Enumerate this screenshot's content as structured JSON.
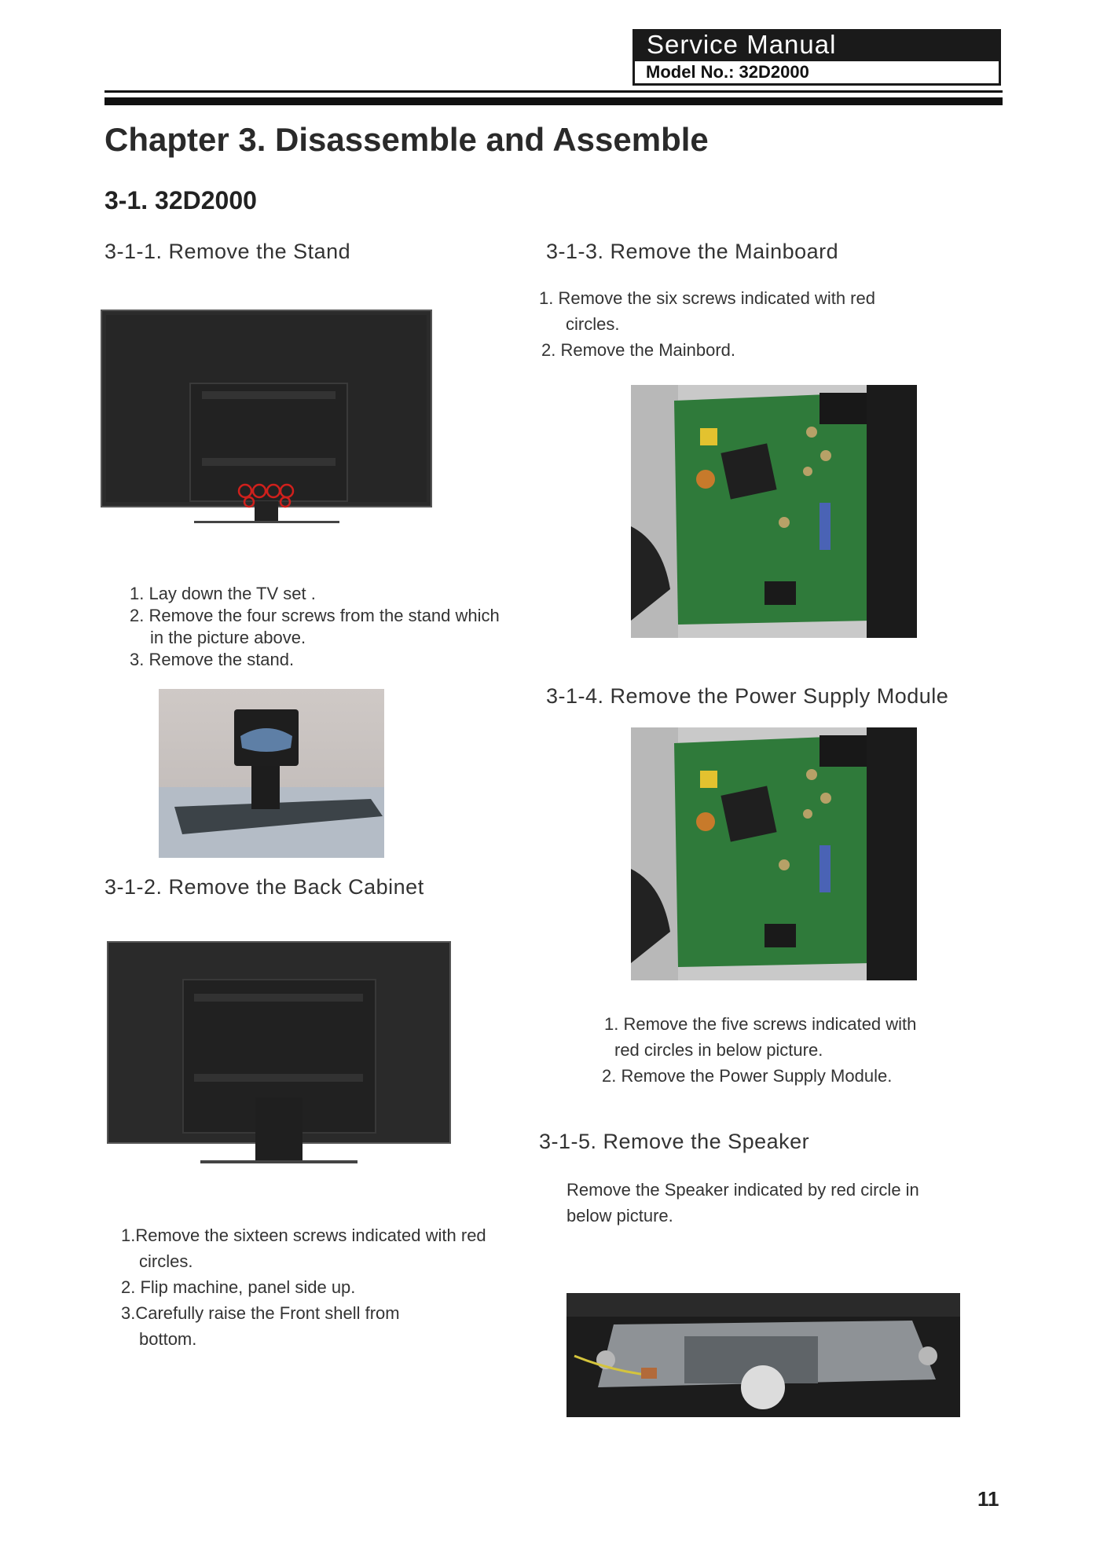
{
  "header": {
    "title": "Service Manual",
    "model": "Model No.: 32D2000"
  },
  "chapter_title": "Chapter 3. Disassemble and Assemble",
  "section_title": "3-1. 32D2000",
  "s311": {
    "heading": "3-1-1. Remove the Stand",
    "steps": [
      "1. Lay down the TV set .",
      "2. Remove the four screws from the stand which",
      "in the picture above.",
      "3. Remove the stand."
    ]
  },
  "s312": {
    "heading": "3-1-2. Remove the Back Cabinet",
    "steps": [
      "1.Remove the sixteen screws indicated with red",
      "circles.",
      "2. Flip machine, panel side up.",
      "3.Carefully raise the Front shell from",
      "bottom."
    ]
  },
  "s313": {
    "heading": "3-1-3. Remove the Mainboard",
    "steps": [
      "1. Remove the six screws indicated with red",
      "circles.",
      "2. Remove the Mainbord."
    ]
  },
  "s314": {
    "heading": "3-1-4. Remove the Power Supply Module",
    "steps": [
      "1. Remove the five screws indicated with",
      "red circles in below picture.",
      "2. Remove the Power Supply Module."
    ]
  },
  "s315": {
    "heading": "3-1-5. Remove the Speaker",
    "text": [
      "Remove the Speaker indicated by red circle in",
      "below picture."
    ]
  },
  "page_number": "11",
  "colors": {
    "header_bg": "#1a1a1a",
    "screw_circle": "#d0201c",
    "pcb_green": "#2f7a3a"
  }
}
